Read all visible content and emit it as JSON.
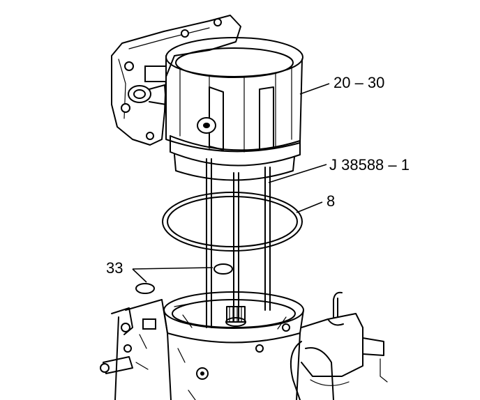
{
  "callouts": {
    "housing": "20 – 30",
    "tool": "J 38588 – 1",
    "oring": "8",
    "seal": "33"
  },
  "colors": {
    "ink": "#000000",
    "paper": "#ffffff"
  }
}
